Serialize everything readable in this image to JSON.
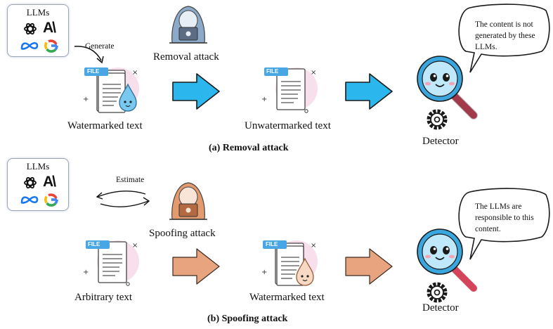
{
  "top": {
    "llm_box_title": "LLMs",
    "generate_label": "Generate",
    "attacker_label": "Removal attack",
    "watermarked_label": "Watermarked text",
    "unwatermarked_label": "Unwatermarked text",
    "detector_label": "Detector",
    "bubble_text": "The content is not generated by these LLMs.",
    "caption": "(a) Removal attack",
    "arrow_color": "#2bb7ee",
    "file_tag": "FILE"
  },
  "bottom": {
    "llm_box_title": "LLMs",
    "estimate_label": "Estimate",
    "attacker_label": "Spoofing attack",
    "arbitrary_label": "Arbitrary text",
    "watermarked_label": "Watermarked text",
    "detector_label": "Detector",
    "bubble_text": "The LLMs are responsible to this content.",
    "caption": "(b) Spoofing attack",
    "arrow_color": "#e8a47e",
    "file_tag": "FILE"
  },
  "icons": {
    "llm_logos": [
      "openai-icon",
      "anthropic-icon",
      "meta-icon",
      "google-icon"
    ],
    "letter_a": "A\\"
  }
}
